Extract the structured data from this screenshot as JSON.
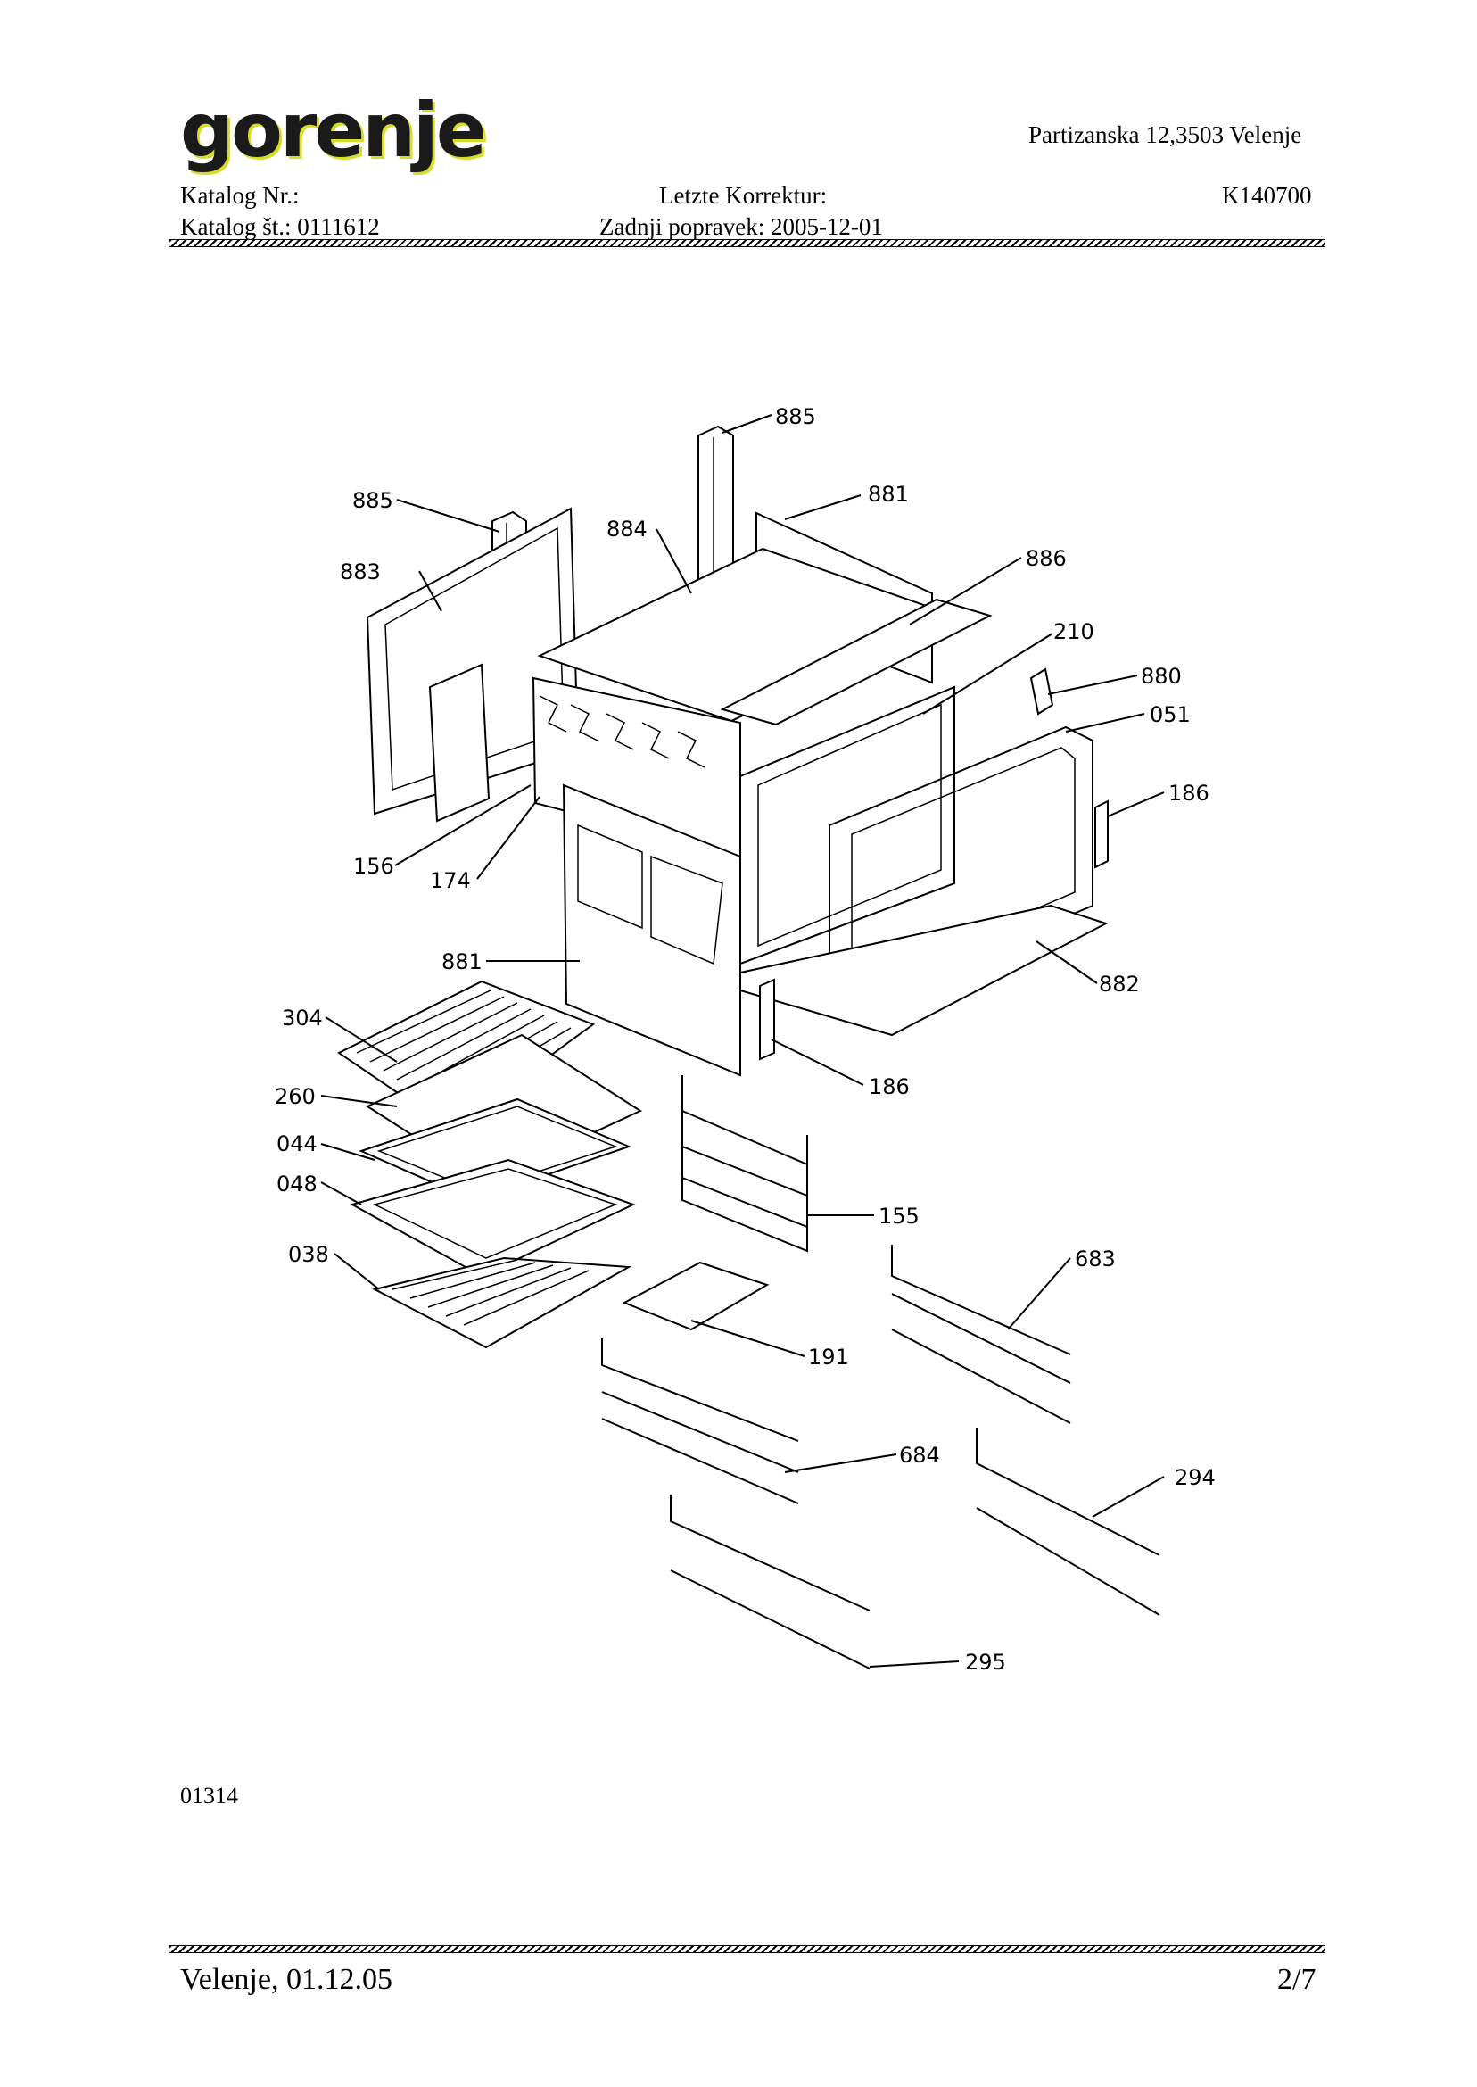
{
  "header": {
    "brand": "gorenje",
    "address": "Partizanska 12,3503 Velenje",
    "catalog_nr_label": "Katalog Nr.:",
    "catalog_st": "Katalog št.: 0111612",
    "last_correction_label": "Letzte Korrektur:",
    "last_correction": "Zadnji popravek: 2005-12-01",
    "model": "K140700"
  },
  "diagram": {
    "labels": [
      "885",
      "881",
      "885",
      "884",
      "886",
      "883",
      "210",
      "880",
      "051",
      "186",
      "156",
      "174",
      "881",
      "882",
      "304",
      "186",
      "260",
      "044",
      "048",
      "155",
      "038",
      "683",
      "191",
      "684",
      "294",
      "295"
    ]
  },
  "drawing_code": "01314",
  "footer": {
    "place_date": "Velenje, 01.12.05",
    "page": "2/7"
  },
  "colors": {
    "logo_accent": "#d8dc2a"
  }
}
